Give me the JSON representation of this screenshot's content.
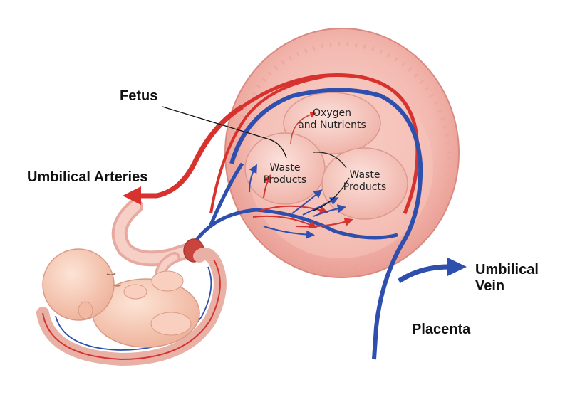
{
  "labels": {
    "fetus": "Fetus",
    "umbilical_arteries": "Umbilical Arteries",
    "umbilical_vein_line1": "Umbilical",
    "umbilical_vein_line2": "Vein",
    "placenta": "Placenta"
  },
  "placenta_lobes": {
    "oxygen_line1": "Oxygen",
    "oxygen_line2": "and Nutrients",
    "waste_left_line1": "Waste",
    "waste_left_line2": "Products",
    "waste_right_line1": "Waste",
    "waste_right_line2": "Products"
  },
  "colors": {
    "artery_red": "#d8322e",
    "vein_blue": "#2f4fae",
    "placenta_tissue": "#f2b3aa",
    "skin": "#f6c9b4",
    "label_text": "#111111"
  }
}
